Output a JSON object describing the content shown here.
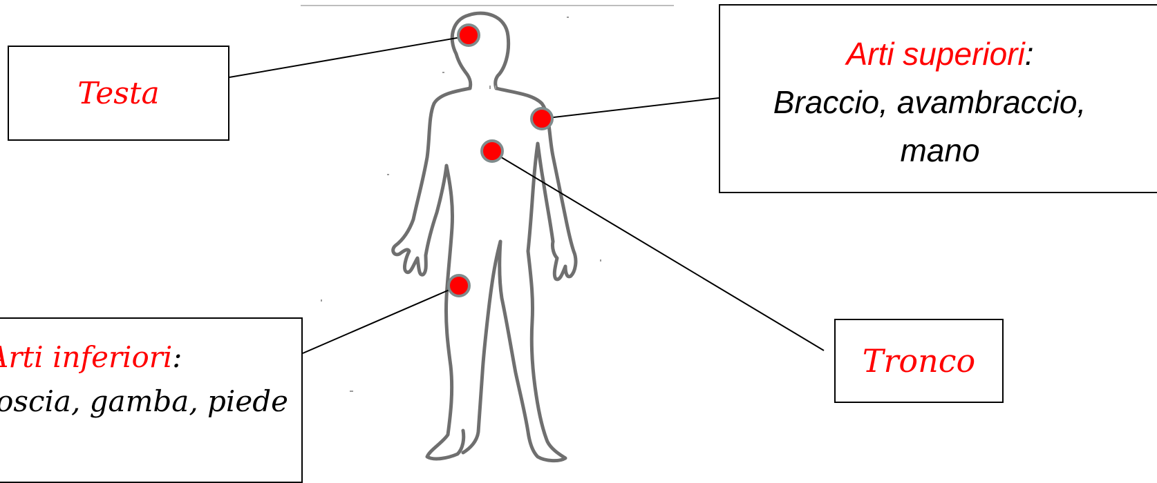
{
  "labels": {
    "testa": "Testa",
    "tronco": "Tronco",
    "arti_superiori": {
      "title": "Arti superiori",
      "colon": ":",
      "parts": "Braccio, avambraccio,",
      "parts_line2": "mano"
    },
    "arti_inferiori": {
      "title": "Arti inferiori",
      "colon": ":",
      "parts": "Coscia, gamba, piede"
    }
  },
  "colors": {
    "label_title": "#ff0000",
    "marker_fill": "#ff0000",
    "marker_ring": "#7f8c8d",
    "outline": "#6f6f6f",
    "connector": "#000000"
  }
}
